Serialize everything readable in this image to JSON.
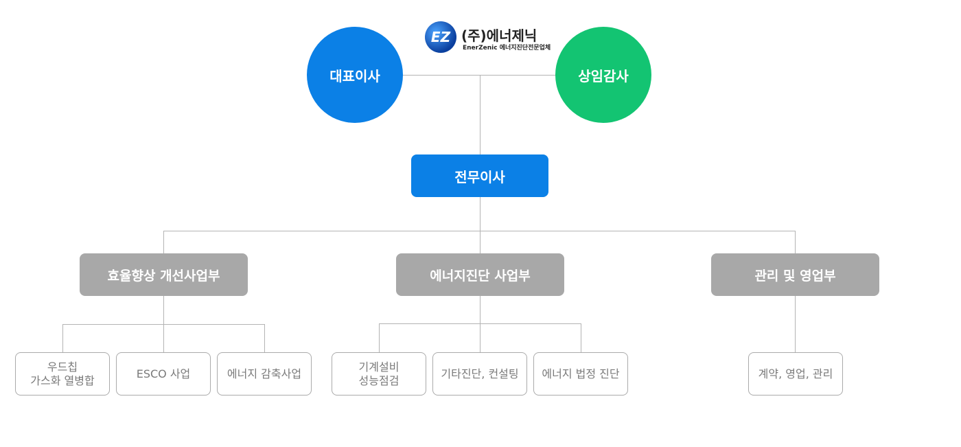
{
  "logo": {
    "badge": "EZ",
    "title": "(주)에너제닉",
    "subtitle": "EnerZenic 에너지진단전문업체"
  },
  "ceo": "대표이사",
  "auditor": "상임감사",
  "managing_director": "전무이사",
  "departments": [
    {
      "name": "효율향상 개선사업부",
      "tasks": [
        "우드칩\n가스화 열병합",
        "ESCO 사업",
        "에너지 감축사업"
      ]
    },
    {
      "name": "에너지진단 사업부",
      "tasks": [
        "기계설비\n성능점검",
        "기타진단, 컨설팅",
        "에너지 법정 진단"
      ]
    },
    {
      "name": "관리 및 영업부",
      "tasks": [
        "계약, 영업, 관리"
      ]
    }
  ],
  "colors": {
    "ceo": "#0b80e6",
    "auditor": "#13c472",
    "department": "#a8a8a8",
    "line": "#b3b3b3"
  }
}
